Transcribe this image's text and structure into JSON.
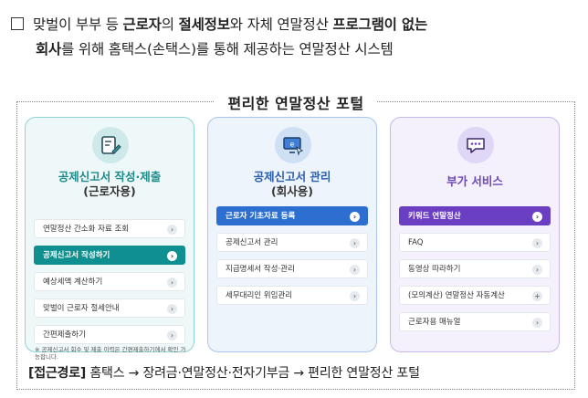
{
  "intro": {
    "line1_a": "맞벌이 부부 등 ",
    "line1_b": "근로자",
    "line1_c": "의 ",
    "line1_d": "절세정보",
    "line1_e": "와 자체 연말정산 ",
    "line1_f": "프로그램이 없는",
    "line2_a": "회사",
    "line2_b": "를 위해 홈택스(손택스)를 통해 제공하는 연말정산 시스템"
  },
  "portal": {
    "title": "편리한 연말정산 포털",
    "cards": [
      {
        "title": "공제신고서 작성·제출",
        "subtitle": "(근로자용)",
        "icon": "document-edit-icon",
        "items": [
          "연말정산 간소화 자료 조회",
          "공제신고서 작성하기",
          "예상세액 계산하기",
          "맞벌이 근로자 절세안내",
          "간편제출하기"
        ],
        "note": "※ 공제신고서 회수 및 제출 이력은 간편제출하기에서 확인 가능합니다."
      },
      {
        "title": "공제신고서 관리",
        "subtitle": "(회사용)",
        "icon": "monitor-cursor-icon",
        "items": [
          "근로자 기초자료 등록",
          "공제신고서 관리",
          "지급명세서 작성·관리",
          "세무대리인 위임관리"
        ]
      },
      {
        "title": "부가 서비스",
        "subtitle": "",
        "icon": "chat-bubble-icon",
        "items": [
          "키워드 연말정산",
          "FAQ",
          "동영상 따라하기",
          "(모의계산) 연말정산 자동계산",
          "근로자용 매뉴얼"
        ]
      }
    ]
  },
  "access": {
    "label": "[접근경로]",
    "path": " 홈택스 → 장려금·연말정산·전자기부금 → 편리한 연말정산 포털"
  }
}
